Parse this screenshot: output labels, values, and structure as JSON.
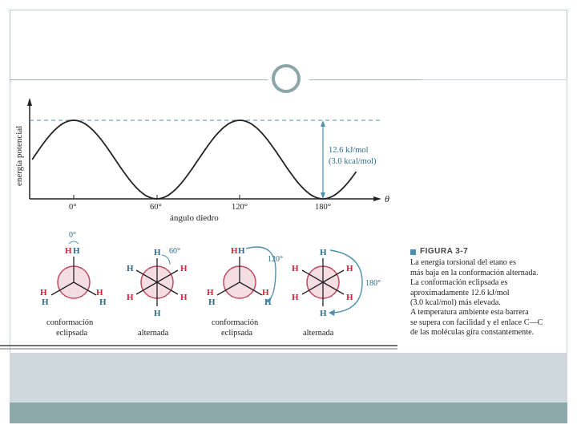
{
  "slide": {
    "accent_color": "#8ea9ab",
    "band_color": "#cfd9dd"
  },
  "graph": {
    "y_axis_label": "energía potencial",
    "x_axis_label": "ángulo diedro",
    "theta_symbol": "θ",
    "ticks": [
      "0°",
      "60°",
      "120°",
      "180°"
    ],
    "barrier_kj": "12.6 kJ/mol",
    "barrier_kcal": "(3.0 kcal/mol)"
  },
  "conformations": [
    {
      "label_line1": "conformación",
      "label_line2": "eclipsada",
      "angle": "0°"
    },
    {
      "label_line1": "alternada",
      "label_line2": "",
      "angle": "60°"
    },
    {
      "label_line1": "conformación",
      "label_line2": "eclipsada",
      "angle": "120°"
    },
    {
      "label_line1": "alternada",
      "label_line2": "",
      "angle": "180°"
    }
  ],
  "atoms": {
    "hydrogen": "H"
  },
  "caption": {
    "title": "FIGURA 3-7",
    "lines": [
      "La energía torsional del etano es",
      "más baja en la conformación alternada.",
      "La conformación eclipsada es",
      "aproximadamente 12.6 kJ/mol",
      "(3.0 kcal/mol) más elevada.",
      "A temperatura ambiente esta barrera",
      "se supera con facilidad y el enlace C—C",
      "de las moléculas gira constantemente."
    ]
  }
}
